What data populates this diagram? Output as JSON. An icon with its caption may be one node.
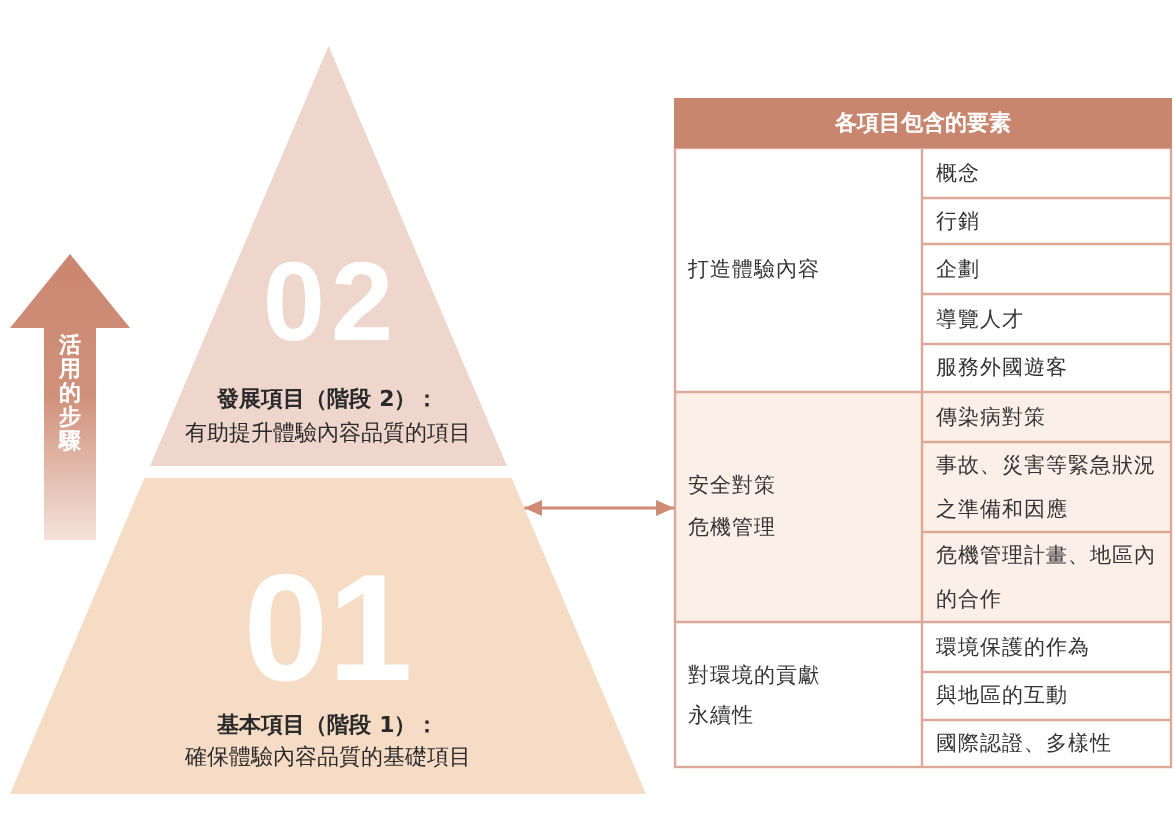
{
  "diagram": {
    "nodes": [
      {
        "text": [
          "02",
          "發展項目（階段 2）：",
          "有助提升體驗內容品質的項目"
        ]
      },
      {
        "text": [
          "01",
          "基本項目（階段 1）：",
          "確保體驗內容品質的基礎項目"
        ]
      },
      {
        "text": [
          "各項目包含的要素"
        ]
      }
    ],
    "edges": [
      {
        "from": 1,
        "to": 2,
        "arrow": "both"
      }
    ],
    "labels": [
      "活用的步驟",
      "打造體驗內容",
      "概念",
      "行銷",
      "企劃",
      "導覽人才",
      "服務外國遊客",
      "安全對策",
      "危機管理",
      "傳染病對策",
      "事故、災害等緊急狀況之準備和因應",
      "危機管理計畫、地區內的合作",
      "對環境的貢獻",
      "永續性",
      "環境保護的作為",
      "與地區的互動",
      "國際認證、多樣性"
    ]
  }
}
